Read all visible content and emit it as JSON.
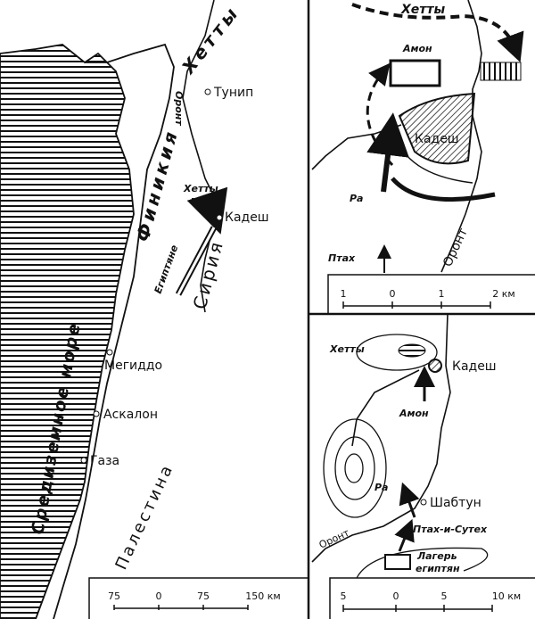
{
  "left_map": {
    "hittites_north": "Хетты",
    "tunip": "Тунип",
    "orontes": "Оронт",
    "phoenicia": "Финикия",
    "syria": "Сирия",
    "sea": "Средиземное море",
    "hittites": "Хетты",
    "kadesh": "Кадеш",
    "egyptians": "Египтяне",
    "palestine": "Палестина",
    "megiddo": "Мегиддо",
    "ashkelon": "Аскалон",
    "gaza": "Газа",
    "scale": {
      "ticks": [
        "75",
        "0",
        "75",
        "150 км"
      ]
    }
  },
  "battle_map": {
    "hittites": "Хетты",
    "amun": "Амон",
    "kadesh": "Кадеш",
    "ra": "Ра",
    "ptah": "Птах",
    "orontes": "Оронт",
    "scale": {
      "ticks": [
        "1",
        "0",
        "1",
        "2 км"
      ]
    }
  },
  "approach_map": {
    "hittites": "Хетты",
    "kadesh": "Кадеш",
    "amun": "Амон",
    "ra": "Ра",
    "shabtun": "Шабтун",
    "orontes": "Оронт",
    "ptah_sutekh": "Птах-и-Сутех",
    "camp_line1": "Лагерь",
    "camp_line2": "египтян",
    "scale": {
      "ticks": [
        "5",
        "0",
        "5",
        "10 км"
      ]
    }
  }
}
